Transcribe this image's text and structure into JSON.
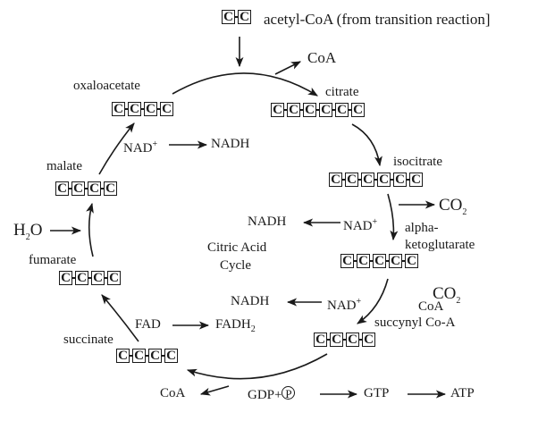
{
  "title": "Citric Acid Cycle",
  "center_label": [
    "Citric Acid",
    "Cycle"
  ],
  "colors": {
    "ink": "#1a1a1a",
    "background": "#ffffff"
  },
  "carbon_symbol": "C",
  "molecules": {
    "acetyl_coa": {
      "label": "acetyl-CoA (from transition reaction]",
      "carbons": 2
    },
    "oxaloacetate": {
      "label": "oxaloacetate",
      "carbons": 4
    },
    "citrate": {
      "label": "citrate",
      "carbons": 6
    },
    "isocitrate": {
      "label": "isocitrate",
      "carbons": 6
    },
    "alpha_ketoglutarate": {
      "label_line1": "alpha-",
      "label_line2": "ketoglutarate",
      "carbons": 5
    },
    "succinyl_coa": {
      "label": "succynyl Co-A",
      "carbons": 4
    },
    "succinate": {
      "label": "succinate",
      "carbons": 4
    },
    "fumarate": {
      "label": "fumarate",
      "carbons": 4
    },
    "malate": {
      "label": "malate",
      "carbons": 4
    }
  },
  "cofactors": {
    "coa_release_top": "CoA",
    "nad_oxalo": "NAD",
    "nadh_oxalo": "NADH",
    "nad_iso": "NAD",
    "nadh_iso": "NADH",
    "co2_iso": "CO",
    "co2_iso_sub": "2",
    "co2_akg": "CO",
    "co2_akg_sub": "2",
    "coa_akg": "CoA",
    "nad_akg": "NAD",
    "nadh_akg": "NADH",
    "fad": "FAD",
    "fadh2": "FADH",
    "fadh2_sub": "2",
    "h2o": "H",
    "h2o_sub": "2",
    "h2o_tail": "O",
    "nad_plus_sup": "+",
    "coa_release_bottom": "CoA",
    "gdp": "GDP+",
    "phosphate": "P",
    "gtp": "GTP",
    "atp": "ATP"
  }
}
